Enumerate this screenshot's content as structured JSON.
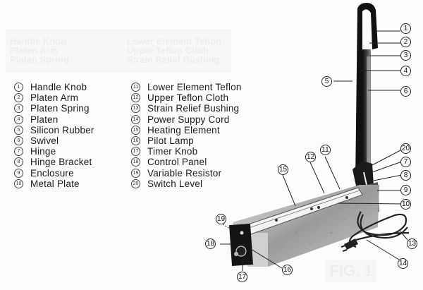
{
  "ghost_text": {
    "col1": [
      "Handle Knob",
      "Platen Arm",
      "Platen Spring"
    ],
    "col2": [
      "Lower Element Teflon",
      "Upper Teflon Cloth",
      "Strain Relief Bushing"
    ]
  },
  "legend": {
    "col1": [
      {
        "num": "1",
        "label": "Handle Knob"
      },
      {
        "num": "2",
        "label": "Platen Arm"
      },
      {
        "num": "3",
        "label": "Platen Spring"
      },
      {
        "num": "4",
        "label": "Platen"
      },
      {
        "num": "5",
        "label": "Silicon Rubber"
      },
      {
        "num": "6",
        "label": "Swivel"
      },
      {
        "num": "7",
        "label": "Hinge"
      },
      {
        "num": "8",
        "label": "Hinge Bracket"
      },
      {
        "num": "9",
        "label": "Enclosure"
      },
      {
        "num": "10",
        "label": "Metal Plate"
      }
    ],
    "col2": [
      {
        "num": "11",
        "label": "Lower Element Teflon"
      },
      {
        "num": "12",
        "label": "Upper Teflon Cloth"
      },
      {
        "num": "13",
        "label": "Strain Relief Bushing"
      },
      {
        "num": "14",
        "label": "Power Suppy Cord"
      },
      {
        "num": "15",
        "label": "Heating Element"
      },
      {
        "num": "16",
        "label": "Pilot Lamp"
      },
      {
        "num": "17",
        "label": "Timer Knob"
      },
      {
        "num": "18",
        "label": "Control Panel"
      },
      {
        "num": "19",
        "label": "Variable Resistor"
      },
      {
        "num": "20",
        "label": "Switch Level"
      }
    ]
  },
  "callouts": {
    "c1": "1",
    "c2": "2",
    "c3": "3",
    "c4": "4",
    "c5": "5",
    "c6": "6",
    "c7": "7",
    "c8": "8",
    "c9": "9",
    "c10": "10",
    "c11": "11",
    "c12": "12",
    "c13": "13",
    "c14": "14",
    "c15": "15",
    "c16": "16",
    "c17": "17",
    "c18": "18",
    "c19": "19",
    "c20": "20"
  },
  "figure_label": "FIG. 1"
}
